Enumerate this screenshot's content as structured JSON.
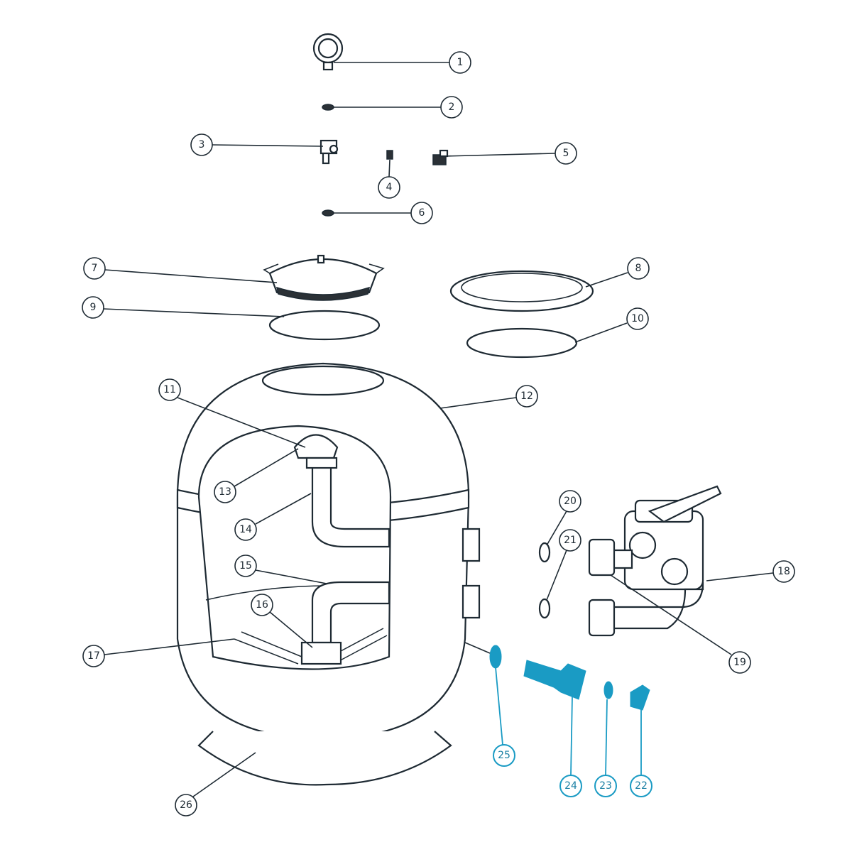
{
  "diagram": {
    "part_labels": [
      "1",
      "2",
      "3",
      "4",
      "5",
      "6",
      "7",
      "8",
      "9",
      "10",
      "11",
      "12",
      "13",
      "14",
      "15",
      "16",
      "17",
      "18",
      "19",
      "20",
      "21",
      "22",
      "23",
      "24",
      "25",
      "26"
    ],
    "colors": {
      "line": "#1e2a33",
      "highlight": "#1a9bc4"
    },
    "highlighted_parts": [
      "22",
      "23",
      "24",
      "25"
    ]
  }
}
